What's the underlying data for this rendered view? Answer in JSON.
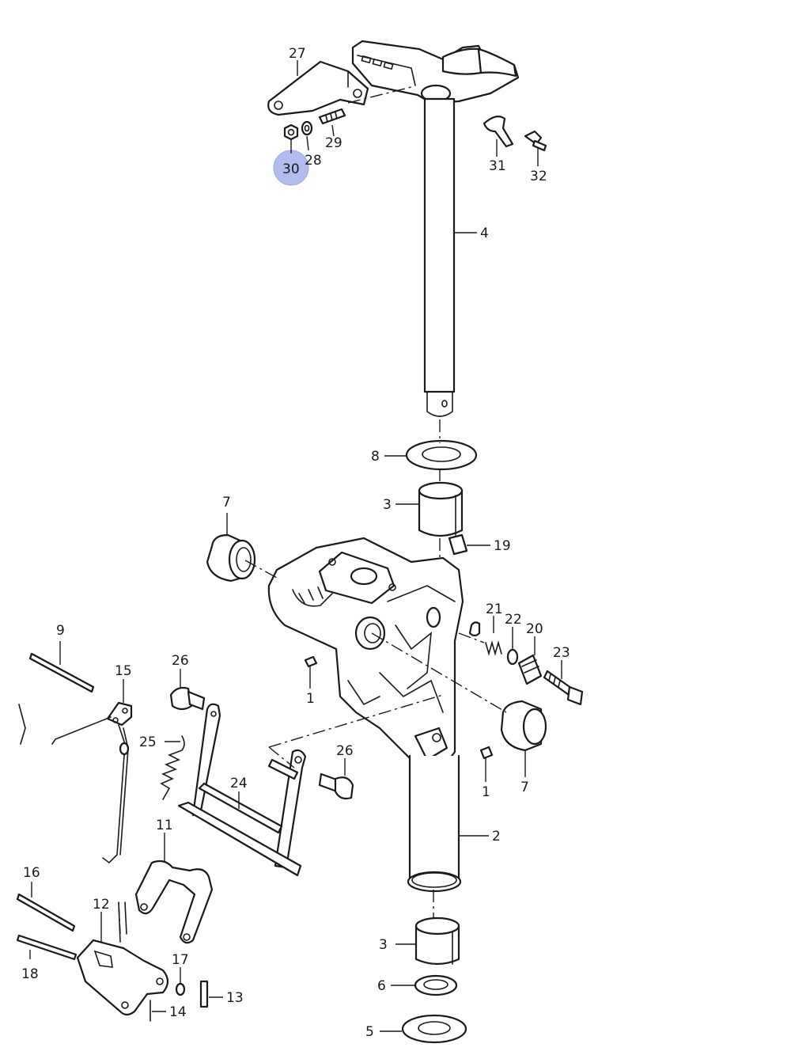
{
  "highlight": {
    "label": "30",
    "color": "#a9b8ec"
  },
  "labels": {
    "l27": "27",
    "l28": "28",
    "l29": "29",
    "l30": "30",
    "l31": "31",
    "l32": "32",
    "l4": "4",
    "l8": "8",
    "l3a": "3",
    "l19": "19",
    "l7a": "7",
    "l21": "21",
    "l22": "22",
    "l20": "20",
    "l23": "23",
    "l9": "9",
    "l15": "15",
    "l26a": "26",
    "l1a": "1",
    "l26b": "26",
    "l1b": "1",
    "l7b": "7",
    "l25": "25",
    "l24": "24",
    "l2": "2",
    "l11": "11",
    "l16": "16",
    "l12": "12",
    "l3b": "3",
    "l18": "18",
    "l17": "17",
    "l6": "6",
    "l13": "13",
    "l14": "14",
    "l5": "5"
  }
}
